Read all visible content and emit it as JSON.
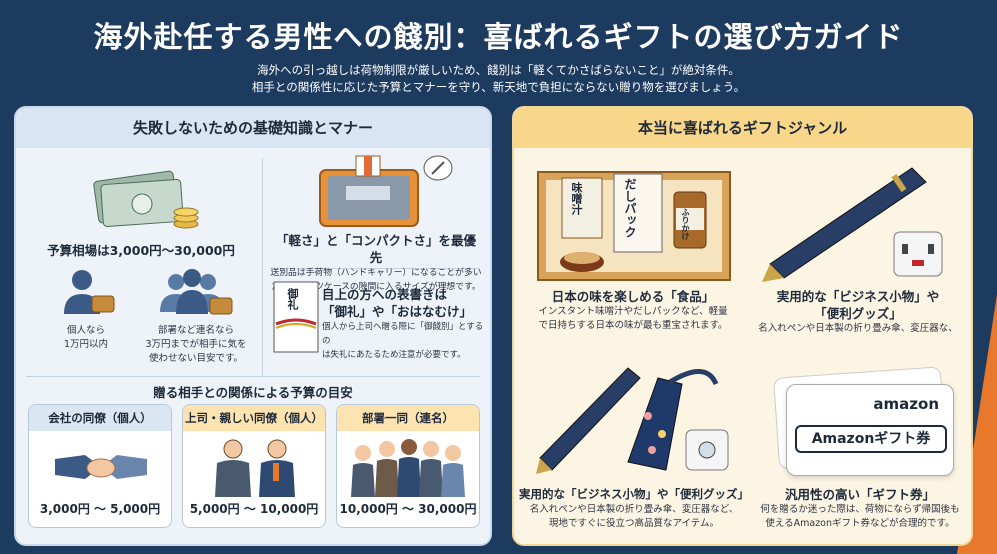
{
  "header": {
    "title": "海外赴任する男性への餞別：喜ばれるギフトの選び方ガイド",
    "subtitle_line1": "海外への引っ越しは荷物制限が厳しいため、餞別は「軽くてかさばらないこと」が絶対条件。",
    "subtitle_line2": "相手との関係性に応じた予算とマナーを守り、新天地で負担にならない贈り物を選びましょう。"
  },
  "left": {
    "heading": "失敗しないための基礎知識とマナー",
    "budget": {
      "title": "予算相場は3,000円〜30,000円"
    },
    "person_individual": {
      "line1": "個人なら",
      "line2": "1万円以内"
    },
    "person_group": {
      "line1": "部署など連名なら",
      "line2": "3万円までが相手に気を",
      "line3": "使わせない目安です。"
    },
    "compact": {
      "title": "「軽さ」と「コンパクトさ」を最優先",
      "line1": "送別品は手荷物（ハンドキャリー）になることが多い",
      "line2": "ため、スーツケースの隙間に入るサイズが理想です。"
    },
    "noshi": {
      "title_line1": "目上の方への表書きは",
      "title_line2": "「御礼」や「おはなむけ」",
      "line1": "個人から上司へ贈る際に「御餞別」とするの",
      "line2": "は失礼にあたるため注意が必要です。",
      "label": "御礼"
    },
    "relation_title": "贈る相手との関係による予算の目安",
    "cards": [
      {
        "label": "会社の同僚（個人）",
        "range": "3,000円 ～ 5,000円",
        "color": "#dbe6f3"
      },
      {
        "label": "上司・親しい同僚（個人）",
        "range": "5,000円 ～ 10,000円",
        "color": "#fde3b0"
      },
      {
        "label": "部署一同（連名）",
        "range": "10,000円 ～ 30,000円",
        "color": "#fde3b0"
      }
    ]
  },
  "right": {
    "heading": "本当に喜ばれるギフトジャンル",
    "food": {
      "title": "日本の味を楽しめる「食品」",
      "line1": "インスタント味噌汁やだしパックなど、軽量",
      "line2": "で日持ちする日本の味が最も重宝されます。",
      "pack1": "味噌汁",
      "pack2": "だしパック",
      "jar": "ふりかけ"
    },
    "business1": {
      "title_line1": "実用的な「ビジネス小物」や",
      "title_line2": "「便利グッズ」",
      "line1": "名入れペンや日本製の折り畳み傘、変圧器な、"
    },
    "business2": {
      "title": "実用的な「ビジネス小物」や「便利グッズ」",
      "line1": "名入れペンや日本製の折り畳み傘、変圧器など、",
      "line2": "現地ですぐに役立つ高品質なアイテム。"
    },
    "giftcard": {
      "title": "汎用性の高い「ギフト券」",
      "line1": "何を贈るか迷った際は、荷物にならず帰国後も",
      "line2": "使えるAmazonギフト券などが合理的です。",
      "brand": "amazon",
      "card_text": "Amazonギフト券"
    }
  },
  "colors": {
    "navy": "#1d3a5f",
    "orange": "#e8782b",
    "gold": "#f8d78a"
  }
}
